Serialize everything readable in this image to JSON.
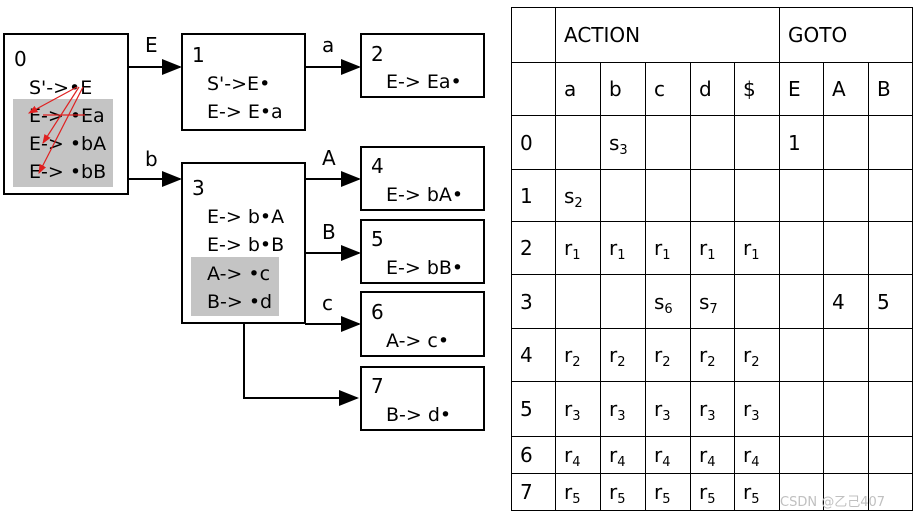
{
  "states": {
    "s0": {
      "id": "0",
      "items": [
        "S'->•E",
        "E-> •Ea",
        "E-> •bA",
        "E-> •bB"
      ]
    },
    "s1": {
      "id": "1",
      "items": [
        "S'->E•",
        "E-> E•a"
      ]
    },
    "s2": {
      "id": "2",
      "items": [
        "E-> Ea•"
      ]
    },
    "s3": {
      "id": "3",
      "items": [
        "E-> b•A",
        "E-> b•B",
        "A-> •c",
        "B-> •d"
      ]
    },
    "s4": {
      "id": "4",
      "items": [
        "E-> bA•"
      ]
    },
    "s5": {
      "id": "5",
      "items": [
        "E-> bB•"
      ]
    },
    "s6": {
      "id": "6",
      "items": [
        "A-> c•"
      ]
    },
    "s7": {
      "id": "7",
      "items": [
        "B-> d•"
      ]
    }
  },
  "edges": {
    "e01": "E",
    "e03": "b",
    "e12": "a",
    "e34": "A",
    "e35": "B",
    "e36": "c"
  },
  "colors": {
    "shade": "#c4c4c4",
    "closure_arrow": "#e02020",
    "watermark": "#c0c0c0"
  },
  "table": {
    "action_header": "ACTION",
    "goto_header": "GOTO",
    "columns": [
      "a",
      "b",
      "c",
      "d",
      "$",
      "E",
      "A",
      "B"
    ],
    "rows": [
      {
        "state": "0",
        "cells": [
          "",
          "s|3",
          "",
          "",
          "",
          "1",
          "",
          ""
        ]
      },
      {
        "state": "1",
        "cells": [
          "s|2",
          "",
          "",
          "",
          "",
          "",
          "",
          ""
        ]
      },
      {
        "state": "2",
        "cells": [
          "r|1",
          "r|1",
          "r|1",
          "r|1",
          "r|1",
          "",
          "",
          ""
        ]
      },
      {
        "state": "3",
        "cells": [
          "",
          "",
          "s|6",
          "s|7",
          "",
          "",
          "4",
          "5"
        ]
      },
      {
        "state": "4",
        "cells": [
          "r|2",
          "r|2",
          "r|2",
          "r|2",
          "r|2",
          "",
          "",
          ""
        ]
      },
      {
        "state": "5",
        "cells": [
          "r|3",
          "r|3",
          "r|3",
          "r|3",
          "r|3",
          "",
          "",
          ""
        ]
      },
      {
        "state": "6",
        "cells": [
          "r|4",
          "r|4",
          "r|4",
          "r|4",
          "r|4",
          "",
          "",
          ""
        ]
      },
      {
        "state": "7",
        "cells": [
          "r|5",
          "r|5",
          "r|5",
          "r|5",
          "r|5",
          "",
          "",
          ""
        ]
      }
    ]
  },
  "watermark": "CSDN @乙己407"
}
